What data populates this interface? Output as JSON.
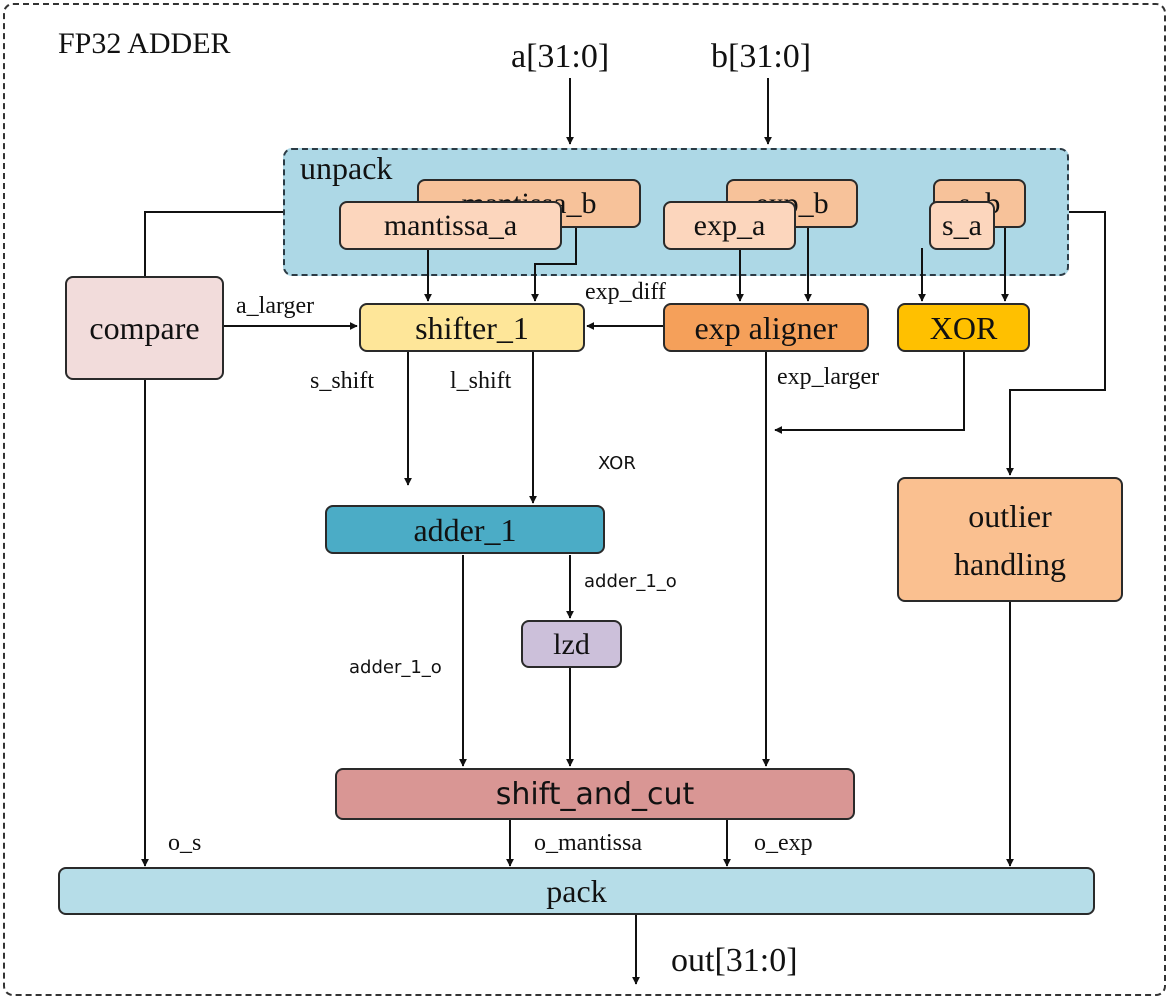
{
  "title": "FP32 ADDER",
  "inputs": {
    "a": "a[31:0]",
    "b": "b[31:0]"
  },
  "output": "out[31:0]",
  "unpack": {
    "label": "unpack",
    "fields": {
      "mantissa_b": "mantissa_b",
      "mantissa_a": "mantissa_a",
      "exp_b": "exp_b",
      "exp_a": "exp_a",
      "s_b": "s_b",
      "s_a": "s_a"
    }
  },
  "blocks": {
    "compare": "compare",
    "shifter_1": "shifter_1",
    "exp_aligner": "exp aligner",
    "xor": "XOR",
    "adder_1": "adder_1",
    "lzd": "lzd",
    "outlier_line1": "outlier",
    "outlier_line2": "handling",
    "shift_and_cut": "shift_and_cut",
    "pack": "pack"
  },
  "signals": {
    "a_larger": "a_larger",
    "exp_diff": "exp_diff",
    "s_shift": "s_shift",
    "l_shift": "l_shift",
    "exp_larger": "exp_larger",
    "xor": "XOR",
    "adder_1_o_right": "adder_1_o",
    "adder_1_o_left": "adder_1_o",
    "o_s": "o_s",
    "o_mantissa": "o_mantissa",
    "o_exp": "o_exp"
  },
  "colors": {
    "unpack_bg": "#add8e6",
    "field": "#fcd6bd",
    "field_back": "#f7c29a",
    "compare": "#f2dcdb",
    "shifter": "#fee699",
    "exp_aligner": "#f5a05a",
    "xor": "#ffc000",
    "adder": "#4bacc6",
    "lzd": "#ccc0da",
    "outlier": "#fac090",
    "shift_and_cut": "#d99694",
    "pack": "#b6dde8"
  }
}
